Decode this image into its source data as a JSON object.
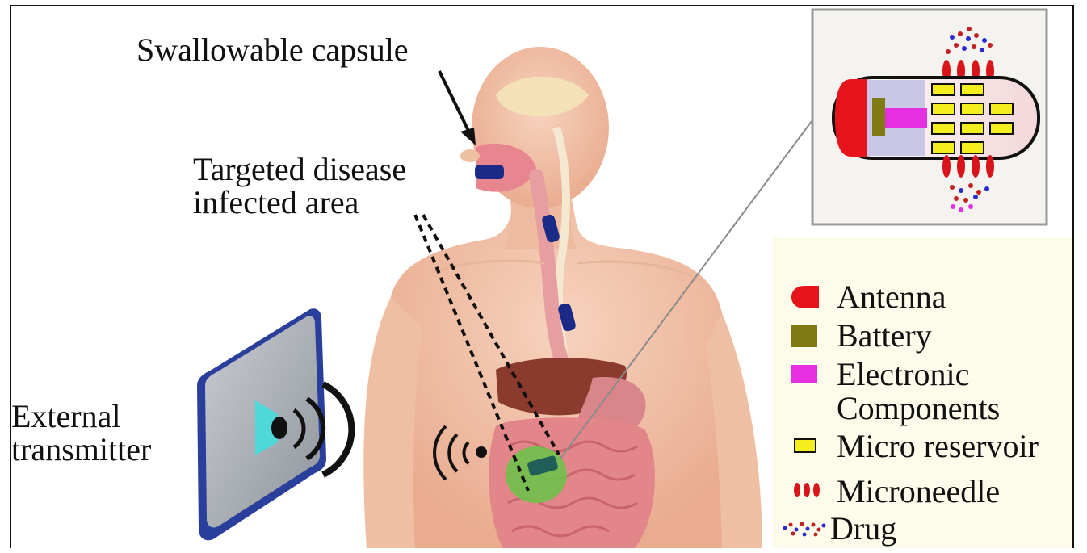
{
  "labels": {
    "capsule": "Swallowable capsule",
    "target_line1": "Targeted disease",
    "target_line2": "infected area",
    "external_line1": "External",
    "external_line2": "transmitter"
  },
  "legend": {
    "antenna": "Antenna",
    "battery": "Battery",
    "electronic_line1": "Electronic",
    "electronic_line2": "Components",
    "reservoir": "Micro reservoir",
    "microneedle": "Microneedle",
    "drug": "Drug"
  },
  "colors": {
    "antenna": "#e8141c",
    "battery": "#7f7a12",
    "electronic": "#e62fe0",
    "reservoir": "#f4ee1e",
    "microneedle": "#d9141a",
    "capsule_blue": "#1a2a86",
    "skin": "#f2c2a8",
    "transmitter_body": "#a9aeb6",
    "transmitter_signal": "#4fd8d8"
  }
}
